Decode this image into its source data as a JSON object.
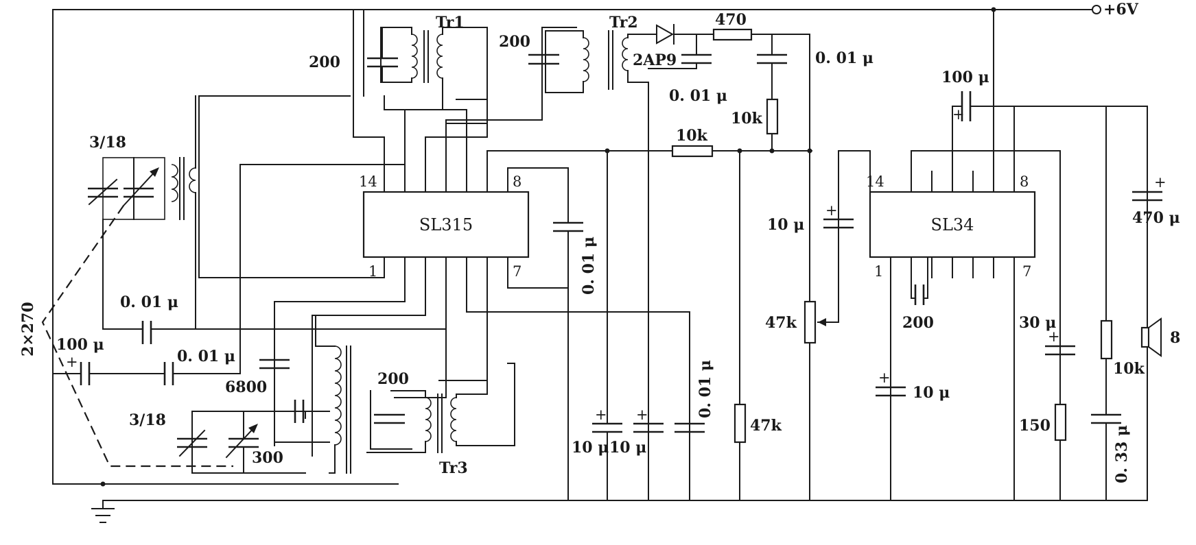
{
  "supply": {
    "label": "+6V"
  },
  "ics": {
    "sl315": {
      "name": "SL315",
      "pin14": "14",
      "pin8": "8",
      "pin1": "1",
      "pin7": "7"
    },
    "sl34": {
      "name": "SL34",
      "pin14": "14",
      "pin8": "8",
      "pin1": "1",
      "pin7": "7"
    }
  },
  "transformers": {
    "tr1": "Tr1",
    "tr2": "Tr2",
    "tr3": "Tr3"
  },
  "labels": {
    "c_tr1": "200",
    "c_tr2": "200",
    "c_tr3": "200",
    "diode": "2AP9",
    "r_470": "470",
    "c_001_top": "0. 01 μ",
    "c_001_under_diode": "0. 01 μ",
    "r_10k_vert": "10k",
    "r_10k_horiz": "10k",
    "c_001_pin8": "0. 01 μ",
    "trim_top": "3/18",
    "gang": "2×270",
    "c_001_left_a": "0. 01 μ",
    "c_100u_left": "100 μ",
    "c_001_left_b": "0. 01 μ",
    "c_6800": "6800",
    "trim_bottom": "3/18",
    "c_300": "300",
    "c_10u_a": "10 μ",
    "c_10u_b": "10 μ",
    "c_001_bottom": "0. 01 μ",
    "r_47k_fixed": "47k",
    "c_10u_coupling": "10 μ",
    "pot_47k": "47k",
    "c_100u_sl34": "100 μ",
    "c_200_sl34": "200",
    "c_10u_sl34": "10 μ",
    "c_30u": "30 μ",
    "r_150": "150",
    "r_10k_out": "10k",
    "c_033u": "0. 33 μ",
    "c_470u": "470 μ",
    "speaker": "8"
  }
}
